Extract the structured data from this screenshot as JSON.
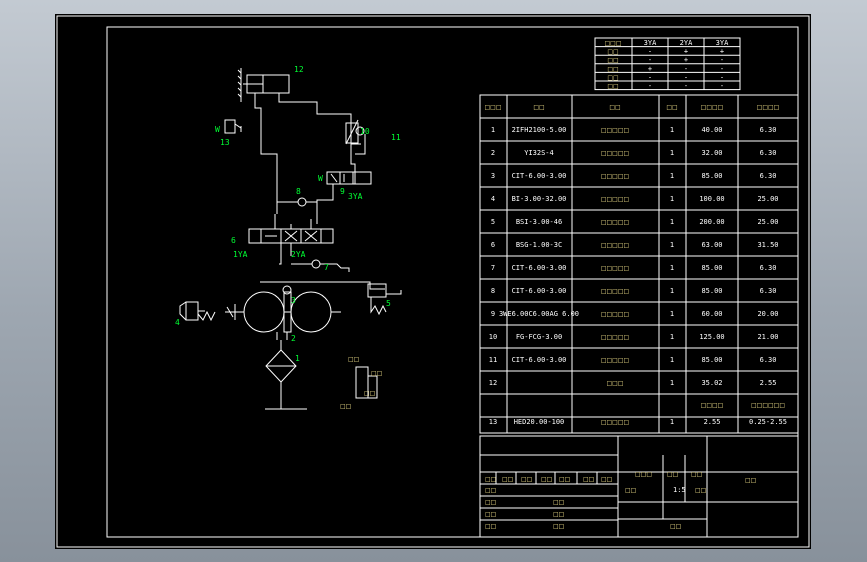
{
  "palette": {
    "bg": "#000000",
    "line": "#ffffff",
    "label": "#00ff33",
    "cjk": "#f0e08a"
  },
  "solenoid_table": {
    "headers": [
      "",
      "3YA",
      "2YA",
      "3YA"
    ],
    "rows": [
      [
        "-",
        "+",
        "+"
      ],
      [
        "-",
        "+",
        "-"
      ],
      [
        "+",
        "-",
        "-"
      ],
      [
        "-",
        "-",
        "-"
      ],
      [
        "-",
        "-",
        "-"
      ]
    ]
  },
  "parts": {
    "rows": [
      {
        "no": "1",
        "model": "2IFH2100-5.00",
        "qty": "1",
        "a": "40.00",
        "b": "6.30"
      },
      {
        "no": "2",
        "model": "YI32S-4",
        "qty": "1",
        "a": "32.00",
        "b": "6.30"
      },
      {
        "no": "3",
        "model": "CIT-6.00-3.00",
        "qty": "1",
        "a": "85.00",
        "b": "6.30"
      },
      {
        "no": "4",
        "model": "BI-3.00-32.00",
        "qty": "1",
        "a": "100.00",
        "b": "25.00"
      },
      {
        "no": "5",
        "model": "BSI-3.00-46",
        "qty": "1",
        "a": "200.00",
        "b": "25.00"
      },
      {
        "no": "6",
        "model": "BSG-1.00-3C",
        "qty": "1",
        "a": "63.00",
        "b": "31.50"
      },
      {
        "no": "7",
        "model": "CIT-6.00-3.00",
        "qty": "1",
        "a": "85.00",
        "b": "6.30"
      },
      {
        "no": "8",
        "model": "CIT-6.00-3.00",
        "qty": "1",
        "a": "85.00",
        "b": "6.30"
      },
      {
        "no": "9",
        "model": "3WE6.00C6.00AG 6.00",
        "qty": "1",
        "a": "60.00",
        "b": "20.00"
      },
      {
        "no": "10",
        "model": "FG-FCG-3.00",
        "qty": "1",
        "a": "125.00",
        "b": "21.00"
      },
      {
        "no": "11",
        "model": "CIT-6.00-3.00",
        "qty": "1",
        "a": "85.00",
        "b": "6.30"
      },
      {
        "no": "12",
        "model": "",
        "qty": "1",
        "a": "35.02",
        "b": "2.55"
      },
      {
        "no": "13",
        "model": "HED20.00-100",
        "qty": "1",
        "a": "2.55",
        "b": "0.25-2.55"
      }
    ]
  },
  "title_block": {
    "scale": "1:5"
  },
  "diagram_labels": {
    "l1": "1",
    "l2": "2",
    "l3": "3",
    "l4": "4",
    "l5": "5",
    "l6": "6",
    "l7": "7",
    "l8": "8",
    "l9": "9",
    "l10": "10",
    "l11": "11",
    "l12": "12",
    "l13": "13",
    "s1": "1YA",
    "s2": "2YA",
    "s3": "3YA",
    "w1": "W",
    "w2": "W"
  }
}
